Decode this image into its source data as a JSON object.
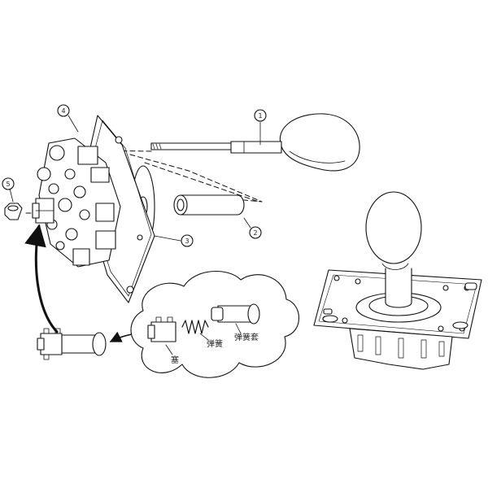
{
  "callouts": {
    "c1": "1",
    "c2": "2",
    "c3": "3",
    "c4": "4",
    "c5": "5"
  },
  "labels": {
    "plug": "塞",
    "spring": "弹簧",
    "spring_sleeve": "弹簧套"
  },
  "colors": {
    "line": "#111111",
    "fill": "#ffffff",
    "shade": "#e6e6e6"
  }
}
